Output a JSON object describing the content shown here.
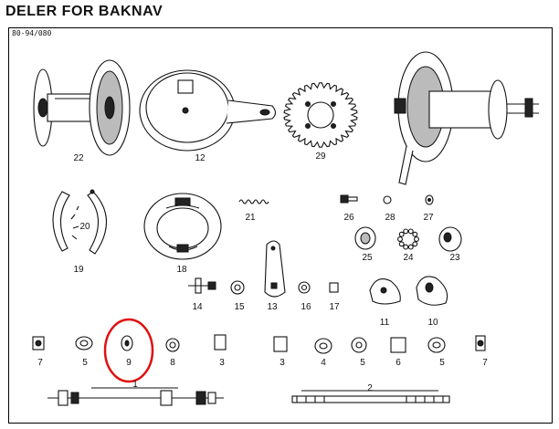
{
  "header": {
    "title": "DELER FOR BAKNAV",
    "drawing_code": "80-94/080"
  },
  "parts": [
    {
      "id": "p22",
      "label": "22"
    },
    {
      "id": "p12",
      "label": "12"
    },
    {
      "id": "p29",
      "label": "29"
    },
    {
      "id": "p20",
      "label": "20"
    },
    {
      "id": "p19",
      "label": "19"
    },
    {
      "id": "p18",
      "label": "18"
    },
    {
      "id": "p21",
      "label": "21"
    },
    {
      "id": "p26",
      "label": "26"
    },
    {
      "id": "p28",
      "label": "28"
    },
    {
      "id": "p27",
      "label": "27"
    },
    {
      "id": "p25",
      "label": "25"
    },
    {
      "id": "p24",
      "label": "24"
    },
    {
      "id": "p23",
      "label": "23"
    },
    {
      "id": "p14",
      "label": "14"
    },
    {
      "id": "p15",
      "label": "15"
    },
    {
      "id": "p13",
      "label": "13"
    },
    {
      "id": "p16",
      "label": "16"
    },
    {
      "id": "p17",
      "label": "17"
    },
    {
      "id": "p11",
      "label": "11"
    },
    {
      "id": "p10",
      "label": "10"
    },
    {
      "id": "p7a",
      "label": "7"
    },
    {
      "id": "p5a",
      "label": "5"
    },
    {
      "id": "p9",
      "label": "9"
    },
    {
      "id": "p8",
      "label": "8"
    },
    {
      "id": "p3a",
      "label": "3"
    },
    {
      "id": "p3b",
      "label": "3"
    },
    {
      "id": "p4",
      "label": "4"
    },
    {
      "id": "p5b",
      "label": "5"
    },
    {
      "id": "p6",
      "label": "6"
    },
    {
      "id": "p5c",
      "label": "5"
    },
    {
      "id": "p7b",
      "label": "7"
    },
    {
      "id": "p1",
      "label": "1"
    },
    {
      "id": "p2",
      "label": "2"
    }
  ],
  "highlight": {
    "color": "#e01010",
    "target": "9"
  }
}
